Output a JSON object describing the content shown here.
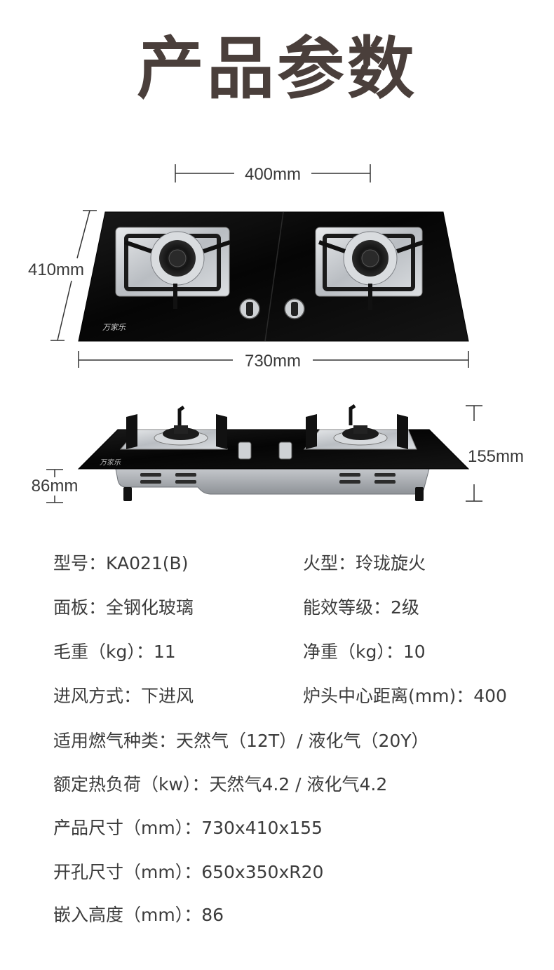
{
  "page_title": "产品参数",
  "dimensions": {
    "burner_spacing": "400mm",
    "depth": "410mm",
    "width": "730mm",
    "height": "155mm",
    "embed_depth": "86mm"
  },
  "brand_mark": "万家乐",
  "specs": [
    {
      "label": "型号：",
      "value": "KA021(B)"
    },
    {
      "label": "火型：",
      "value": "玲珑旋火"
    },
    {
      "label": "面板：",
      "value": "全钢化玻璃"
    },
    {
      "label": "能效等级：",
      "value": "2级"
    },
    {
      "label": "毛重（kg）：",
      "value": "11"
    },
    {
      "label": "净重（kg）：",
      "value": "10"
    },
    {
      "label": "进风方式：",
      "value": "下进风"
    },
    {
      "label": "炉头中心距离(mm)：",
      "value": "400"
    },
    {
      "label": "适用燃气种类：",
      "value": "天然气（12T）/ 液化气（20Y）"
    },
    {
      "label": "额定热负荷（kw）：",
      "value": "天然气4.2 / 液化气4.2"
    },
    {
      "label": "产品尺寸（mm）：",
      "value": "730x410x155"
    },
    {
      "label": "开孔尺寸（mm）：",
      "value": "650x350xR20"
    },
    {
      "label": "嵌入高度（mm）：",
      "value": "86"
    }
  ],
  "colors": {
    "title": "#4a3f3b",
    "glass": "#0d0d0d",
    "steel": "#c9ccd0",
    "text": "#3c3c3c"
  }
}
